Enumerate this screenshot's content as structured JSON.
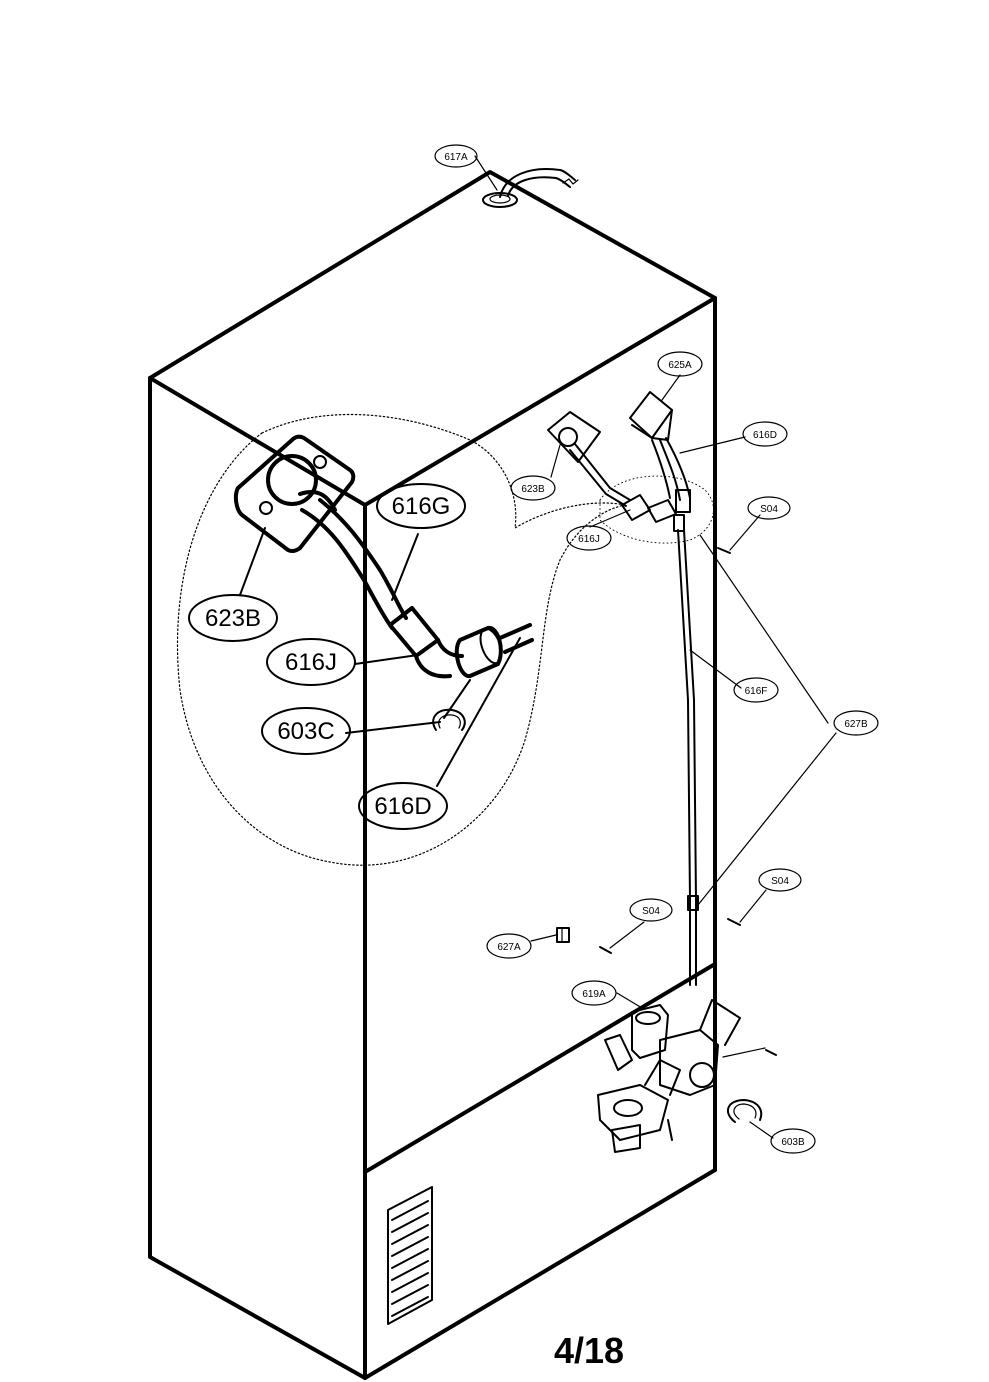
{
  "callouts": {
    "c617A": "617A",
    "c625A": "625A",
    "c616D_small": "616D",
    "c623B_small": "623B",
    "c616J_small": "616J",
    "cS04_a": "S04",
    "c616F": "616F",
    "c627B": "627B",
    "cS04_b": "S04",
    "cS04_c": "S04",
    "c627A": "627A",
    "c619A": "619A",
    "c603B": "603B",
    "c616G": "616G",
    "c623B_large": "623B",
    "c616J_large": "616J",
    "c603C": "603C",
    "c616D_large": "616D"
  },
  "page_number": "4/18"
}
